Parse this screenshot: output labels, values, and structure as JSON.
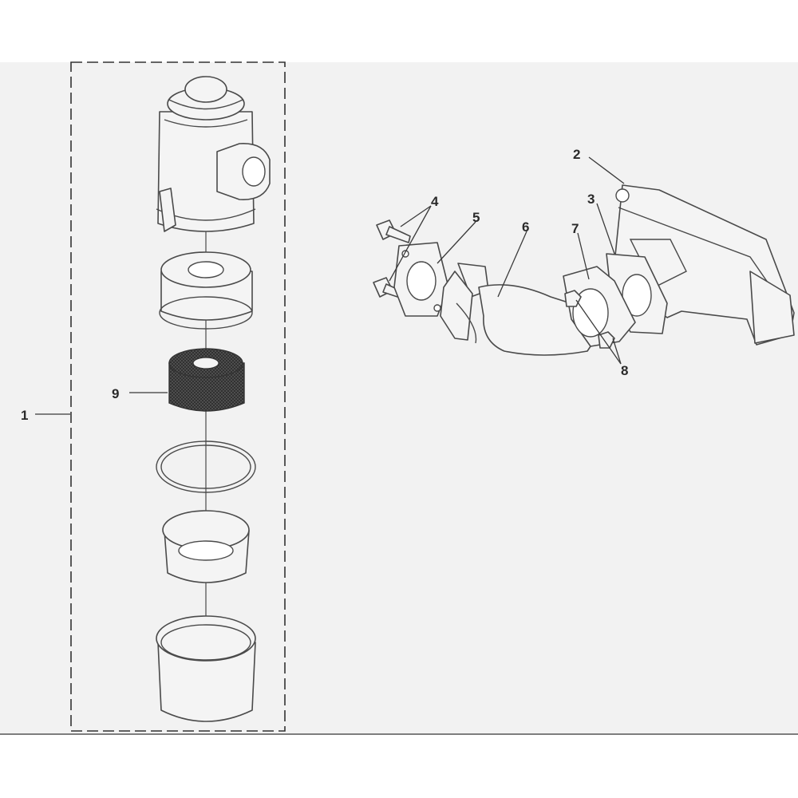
{
  "diagram": {
    "callouts": {
      "c1": "1",
      "c2": "2",
      "c3": "3",
      "c4": "4",
      "c5": "5",
      "c6": "6",
      "c7": "7",
      "c8": "8",
      "c9": "9"
    },
    "colors": {
      "page_background": "#ffffff",
      "panel_background": "#f2f2f2",
      "line": "#4a4a4a"
    }
  }
}
